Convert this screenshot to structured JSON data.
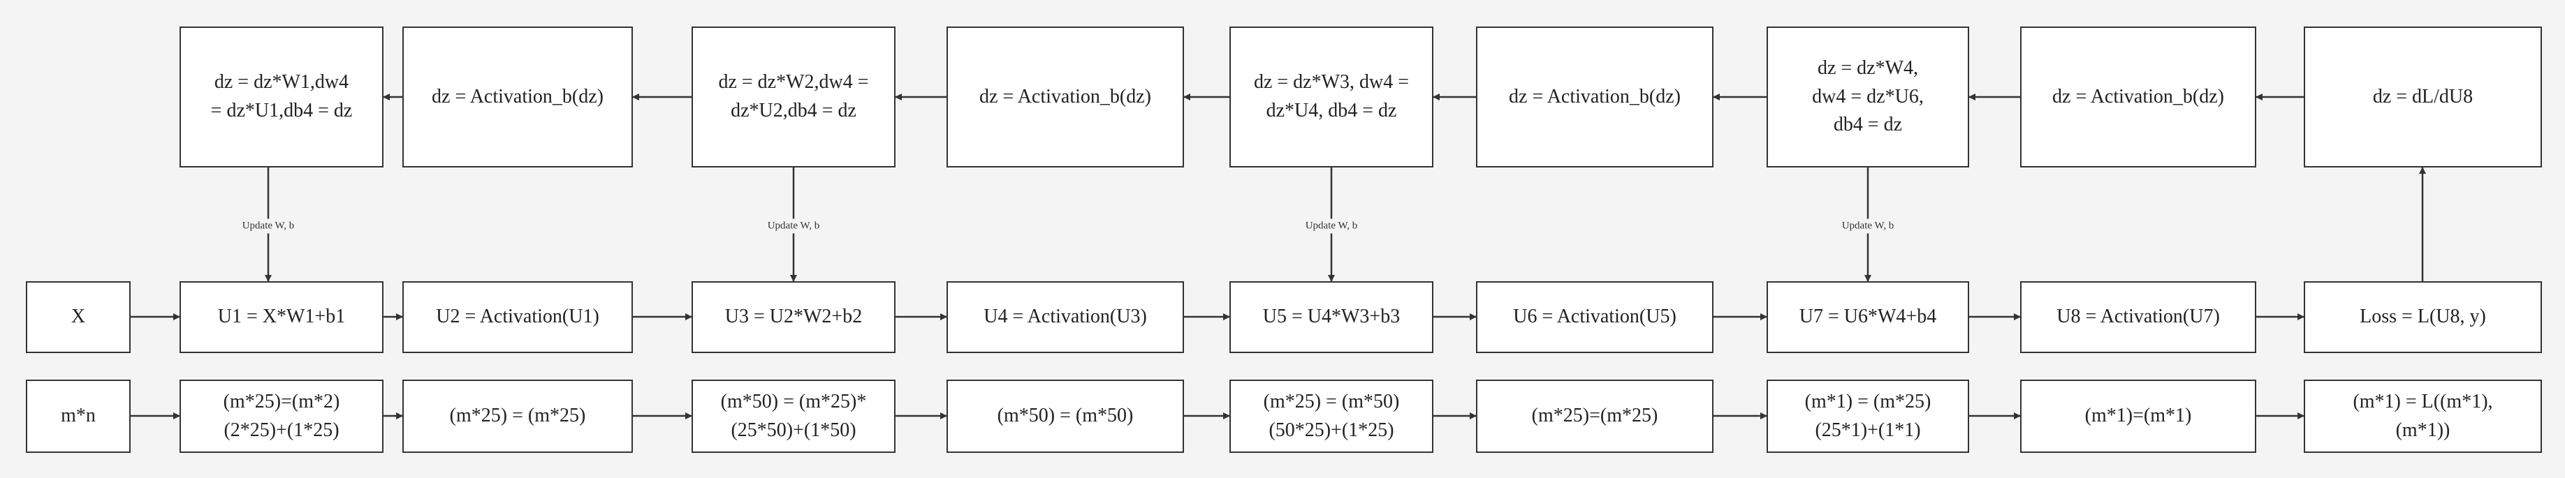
{
  "nodes": {
    "g1": "dz = dz*W1,dw4\n= dz*U1,db4 = dz",
    "g2": "dz = Activation_b(dz)",
    "g3": "dz = dz*W2,dw4 =\ndz*U2,db4 = dz",
    "g4": "dz = Activation_b(dz)",
    "g5": "dz = dz*W3, dw4 =\ndz*U4, db4 = dz",
    "g6": "dz = Activation_b(dz)",
    "g7": "dz = dz*W4,\ndw4 = dz*U6,\ndb4 = dz",
    "g8": "dz = Activation_b(dz)",
    "g9": "dz = dL/dU8",
    "f0": "X",
    "f1": "U1 = X*W1+b1",
    "f2": "U2 = Activation(U1)",
    "f3": "U3 = U2*W2+b2",
    "f4": "U4 = Activation(U3)",
    "f5": "U5 = U4*W3+b3",
    "f6": "U6 = Activation(U5)",
    "f7": "U7 = U6*W4+b4",
    "f8": "U8 = Activation(U7)",
    "f9": "Loss = L(U8, y)",
    "s0": "m*n",
    "s1": "(m*25)=(m*2)\n(2*25)+(1*25)",
    "s2": "(m*25) = (m*25)",
    "s3": "(m*50) = (m*25)*\n(25*50)+(1*50)",
    "s4": "(m*50) = (m*50)",
    "s5": "(m*25) = (m*50)\n(50*25)+(1*25)",
    "s6": "(m*25)=(m*25)",
    "s7": "(m*1) = (m*25)\n(25*1)+(1*1)",
    "s8": "(m*1)=(m*1)",
    "s9": "(m*1) = L((m*1),\n(m*1))"
  },
  "edge_labels": {
    "update1": "Update W, b",
    "update3": "Update W, b",
    "update5": "Update W, b",
    "update7": "Update W, b"
  }
}
